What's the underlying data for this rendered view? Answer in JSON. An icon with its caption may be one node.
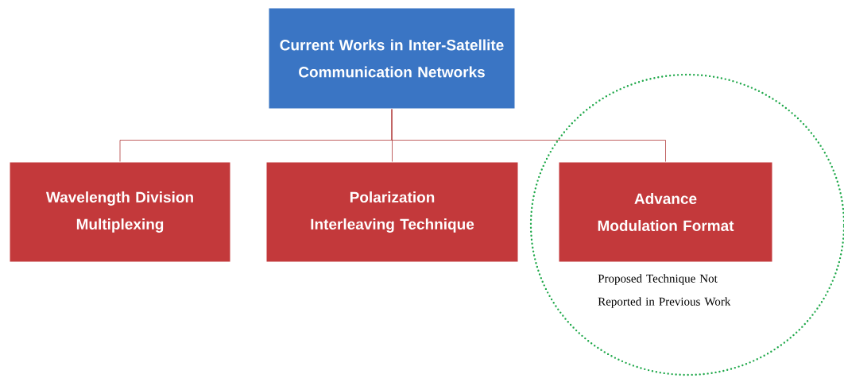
{
  "diagram": {
    "nodes": [
      {
        "text": [
          "Current Works in Inter-Satellite Communication Networks"
        ]
      },
      {
        "text": [
          "Wavelength Division Multiplexing"
        ]
      },
      {
        "text": [
          "Polarization Interleaving Technique"
        ]
      },
      {
        "text": [
          "Proposed Technique Not Reported in Previous Work"
        ]
      },
      {
        "text": [
          "Advance Modulation Format"
        ],
        "in": 3
      }
    ],
    "edges": [
      {
        "from": 0,
        "to": 1,
        "arrow": "none"
      },
      {
        "from": 0,
        "to": 2,
        "arrow": "none"
      },
      {
        "from": 0,
        "to": 4,
        "arrow": "none"
      }
    ]
  }
}
